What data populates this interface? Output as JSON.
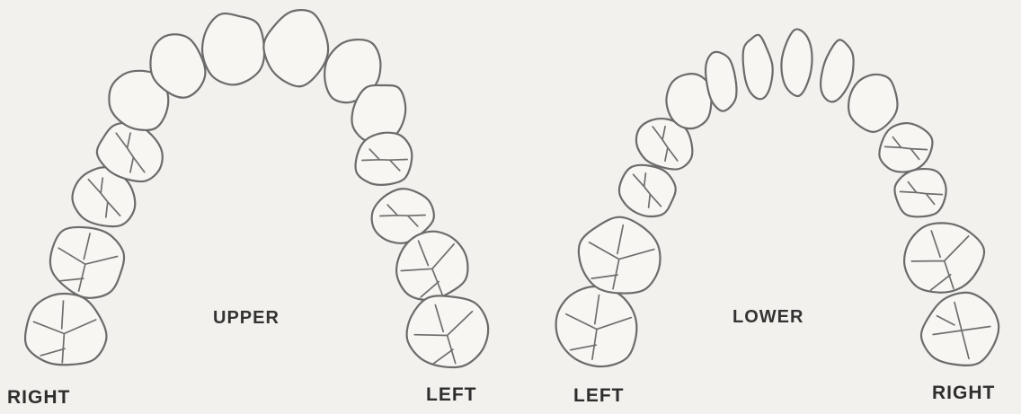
{
  "upper_arch": {
    "title": "UPPER",
    "right_side_label": "RIGHT",
    "left_side_label": "LEFT"
  },
  "lower_arch": {
    "title": "LOWER",
    "left_side_label": "LEFT",
    "right_side_label": "RIGHT"
  },
  "colors": {
    "background": "#f3f1ee",
    "outline": "#6b6b6b",
    "text": "#2e2e2e"
  }
}
